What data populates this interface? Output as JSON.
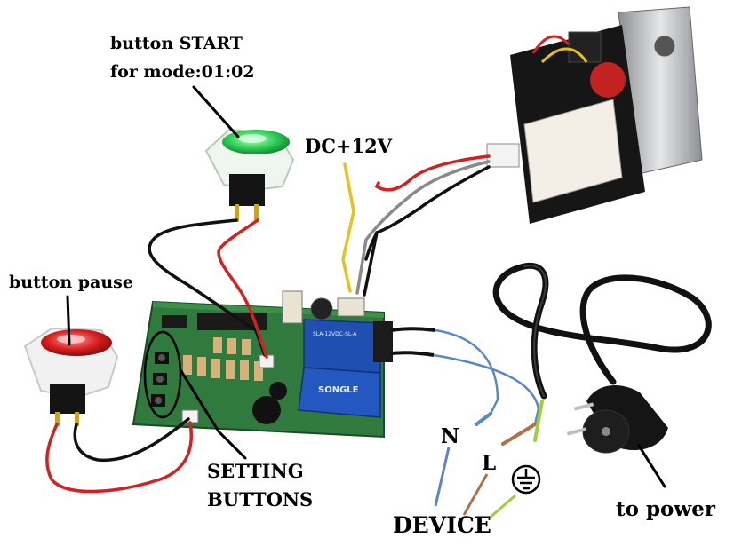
{
  "labels": {
    "start_line1": "button START",
    "start_line2": "for mode:01:02",
    "dc": "DC+12V",
    "pause": "button pause",
    "setting_line1": "SETTING",
    "setting_line2": "BUTTONS",
    "neutral": "N",
    "live": "L",
    "device": "DEVICE",
    "power": "to power"
  },
  "relay": {
    "brand": "SONGLE",
    "model": "SLA-12VDC-SL-A"
  },
  "colors": {
    "pcb": "#2f7a3c",
    "relay": "#1f4fb0",
    "wire_red": "#d42020",
    "wire_black": "#111111",
    "wire_gray": "#8a8a8a",
    "wire_yellow": "#e8c21a",
    "wire_blue": "#5b86c8",
    "wire_brown": "#b0704a",
    "wire_ground": "#9fce3a",
    "button_green": "#2ecc55",
    "button_red": "#d81e1e"
  }
}
